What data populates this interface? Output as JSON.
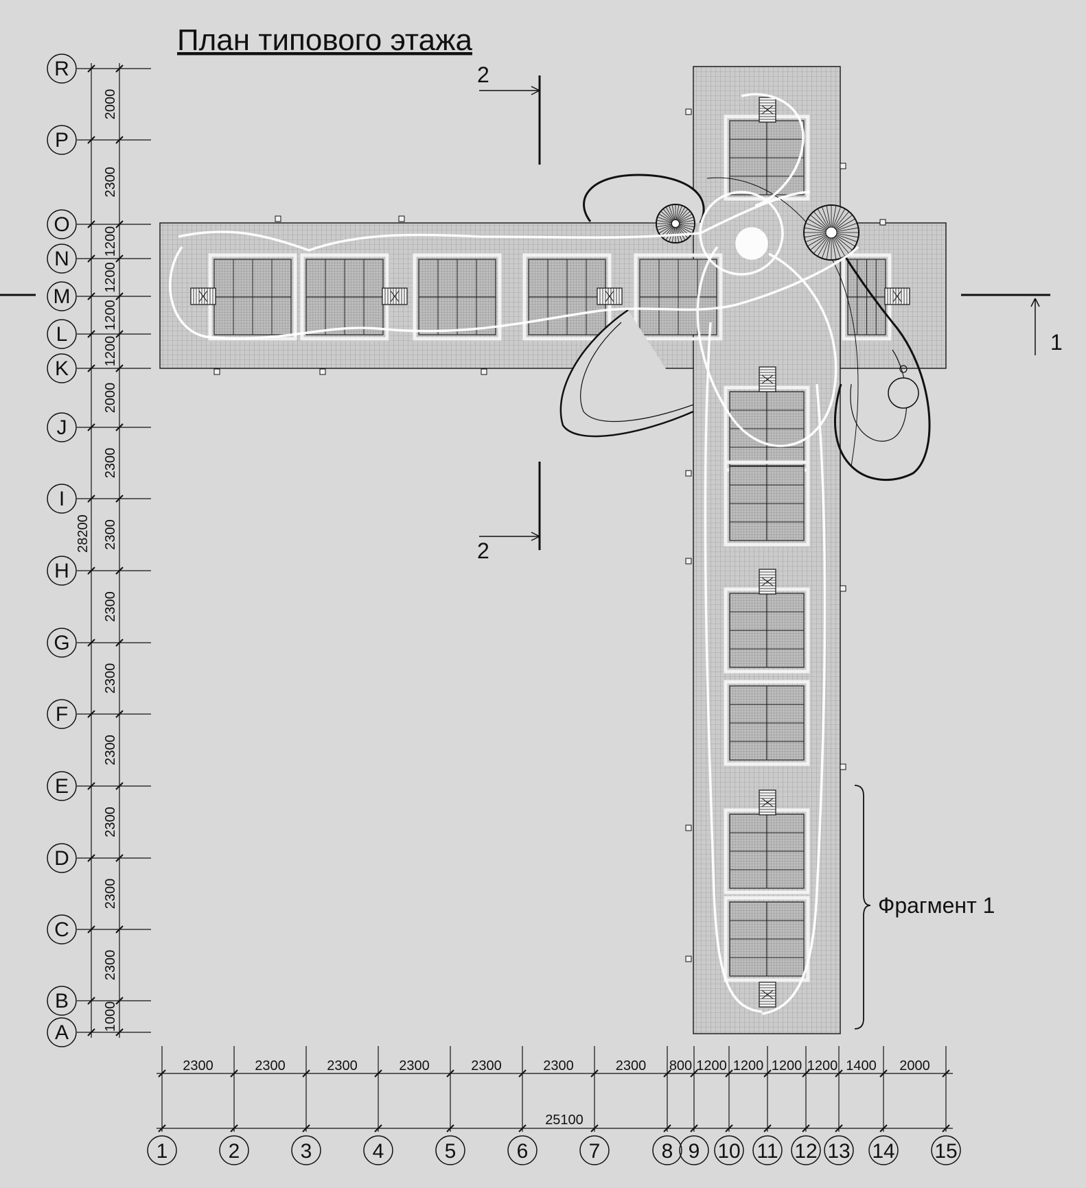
{
  "title": "План типового этажа",
  "rows": [
    "R",
    "P",
    "O",
    "N",
    "M",
    "L",
    "K",
    "J",
    "I",
    "H",
    "G",
    "F",
    "E",
    "D",
    "C",
    "B",
    "A"
  ],
  "row_dims": [
    "2000",
    "2300",
    "1200",
    "1200",
    "1200",
    "1200",
    "2000",
    "2300",
    "2300",
    "2300",
    "2300",
    "2300",
    "2300",
    "2300",
    "2300",
    "1000"
  ],
  "row_total": "28200",
  "columns": [
    "1",
    "2",
    "3",
    "4",
    "5",
    "6",
    "7",
    "8",
    "9",
    "10",
    "11",
    "12",
    "13",
    "14",
    "15"
  ],
  "col_dims": [
    "2300",
    "2300",
    "2300",
    "2300",
    "2300",
    "2300",
    "2300",
    "800",
    "1200",
    "1200",
    "1200",
    "1200",
    "1400",
    "2000"
  ],
  "col_total": "25100",
  "section_1": "1",
  "section_2_top": "2",
  "section_2_bottom": "2",
  "fragment_label": "Фрагмент 1",
  "colors": {
    "background": "#d9d9d9",
    "slab": "#c9c9c9",
    "line": "#111111",
    "path": "#ffffff"
  }
}
